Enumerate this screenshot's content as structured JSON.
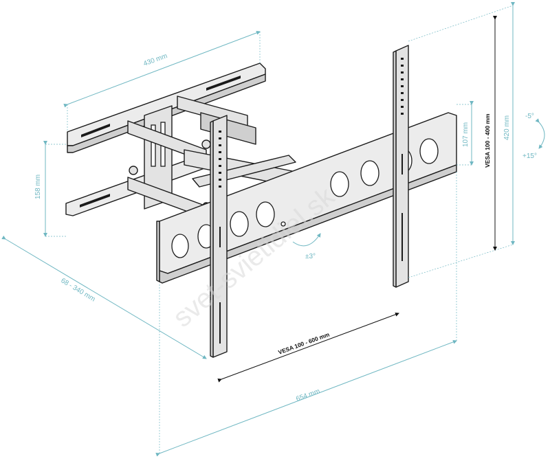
{
  "dimensions": {
    "width_top": "430 mm",
    "height_left": "158 mm",
    "depth": "68 - 340 mm",
    "plate_width": "654 mm",
    "plate_height": "420 mm",
    "rail_gap": "107 mm",
    "vesa_horizontal": "VESA 100 - 600 mm",
    "vesa_vertical": "VESA 100 - 400 mm"
  },
  "angles": {
    "tilt_top": "-5°",
    "tilt_bottom": "+15°",
    "swivel": "±3°"
  },
  "watermark": "svet-svietidiel.sk",
  "colors": {
    "dimension": "#6fb7c2",
    "outline": "#1a1a1a",
    "metal_fill": "#e3e3e3"
  }
}
